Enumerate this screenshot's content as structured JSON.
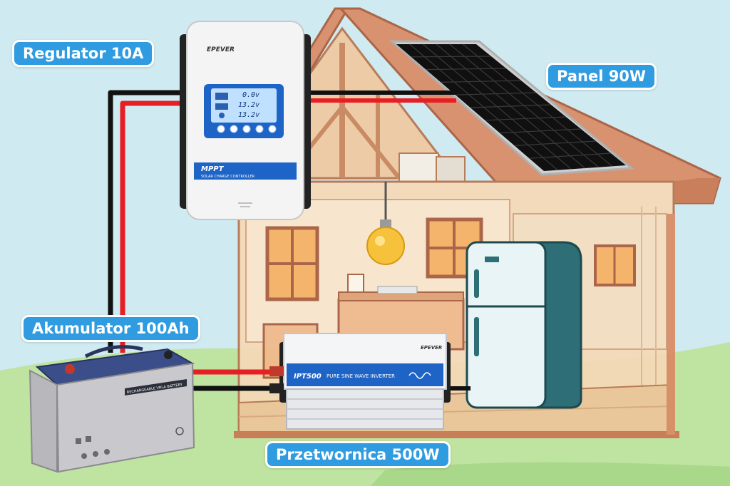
{
  "labels": {
    "regulator": "Regulator 10A",
    "panel": "Panel 90W",
    "battery": "Akumulator 100Ah",
    "inverter": "Przetwornica 500W"
  },
  "controller": {
    "brand": "EPEVER",
    "lcd": [
      "0.0v",
      "13.2v",
      "13.2v"
    ],
    "model": "MPPT",
    "subtitle": "SOLAR CHARGE CONTROLLER"
  },
  "inverter": {
    "brand": "EPEVER",
    "model": "IPT500",
    "subtitle": "PURE SINE WAVE INVERTER"
  },
  "battery": {
    "strip": "RECHARGEABLE VRLA BATTERY"
  },
  "colors": {
    "label_bg": "#2f9be0",
    "wire_positive": "#e81e25",
    "wire_negative": "#111111",
    "sky": "#cfeaf1",
    "grass": "#bfe3a0",
    "roof": "#d98b64",
    "wall": "#f5d9b6",
    "controller_blue": "#1e63c6"
  },
  "icons": [
    "bulb-icon",
    "sine-wave-icon",
    "bell-icon"
  ]
}
